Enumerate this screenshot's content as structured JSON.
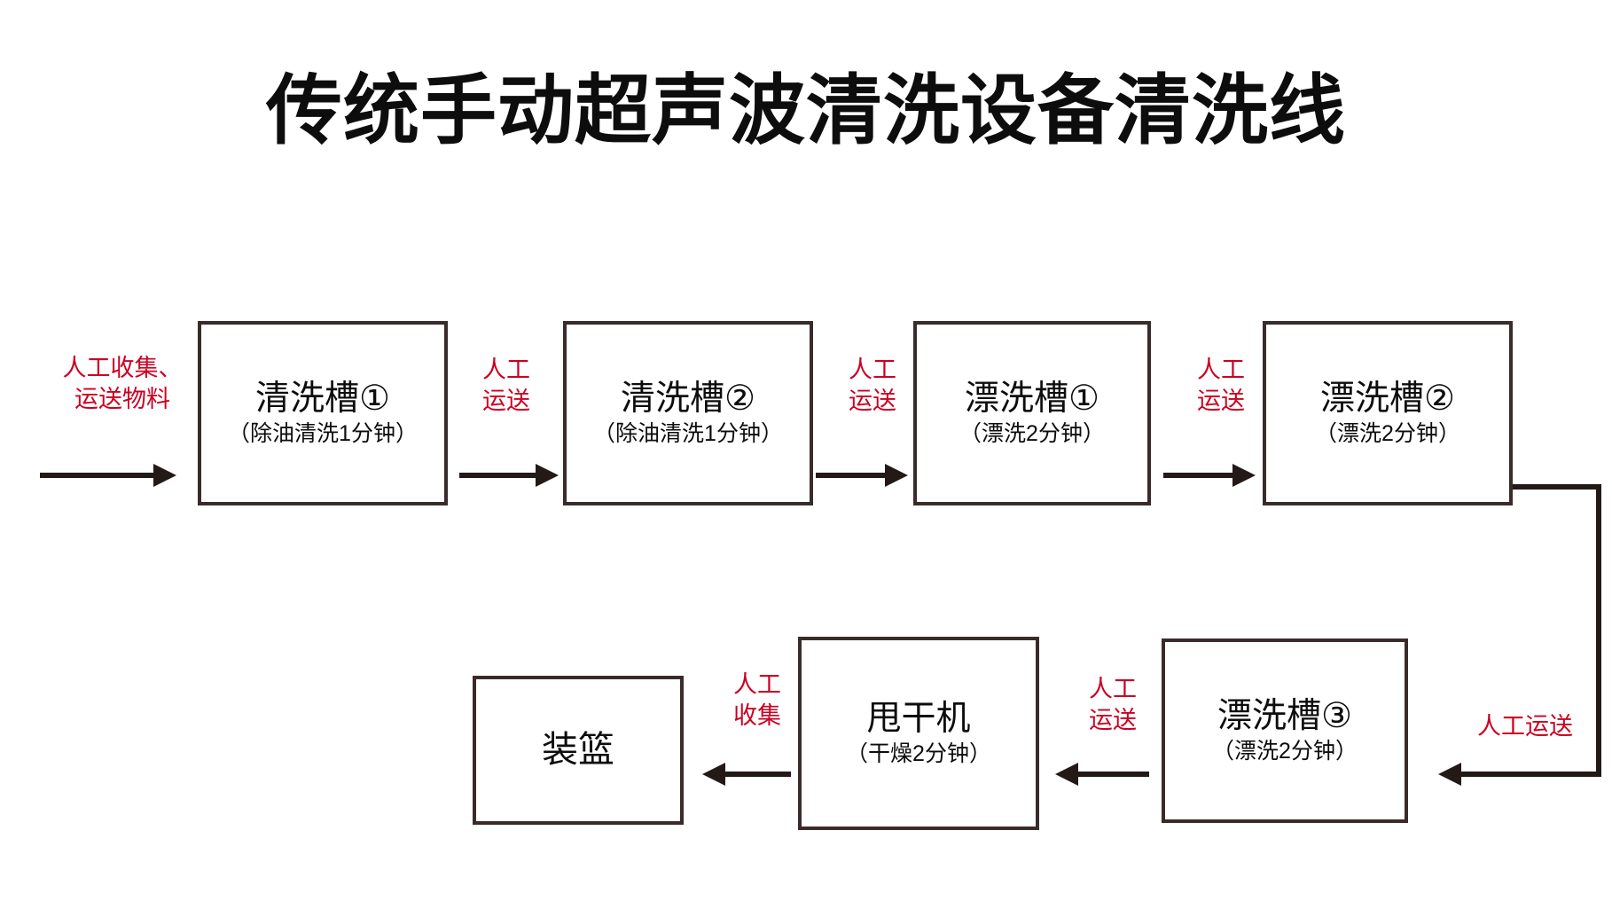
{
  "title": "传统手动超声波清洗设备清洗线",
  "colors": {
    "box_border": "#3a2b2b",
    "arrow": "#231916",
    "annotation_red": "#cc0022",
    "text": "#0d0d0d",
    "background": "#ffffff"
  },
  "flow": {
    "top_row": [
      {
        "name": "清洗槽①",
        "detail": "（除油清洗1分钟）"
      },
      {
        "name": "清洗槽②",
        "detail": "（除油清洗1分钟）"
      },
      {
        "name": "漂洗槽①",
        "detail": "（漂洗2分钟）"
      },
      {
        "name": "漂洗槽②",
        "detail": "（漂洗2分钟）"
      }
    ],
    "bottom_row": [
      {
        "name": "漂洗槽③",
        "detail": "（漂洗2分钟）"
      },
      {
        "name": "甩干机",
        "detail": "（干燥2分钟）"
      },
      {
        "name": "装篮",
        "detail": ""
      }
    ]
  },
  "annotations": {
    "intake": {
      "line1": "人工收集、",
      "line2": "运送物料"
    },
    "transfer_1": {
      "line1": "人工",
      "line2": "运送"
    },
    "transfer_2": {
      "line1": "人工",
      "line2": "运送"
    },
    "transfer_3": {
      "line1": "人工",
      "line2": "运送"
    },
    "wrap_transfer": {
      "line1": "人工运送"
    },
    "transfer_4": {
      "line1": "人工",
      "line2": "运送"
    },
    "collect": {
      "line1": "人工",
      "line2": "收集"
    }
  }
}
